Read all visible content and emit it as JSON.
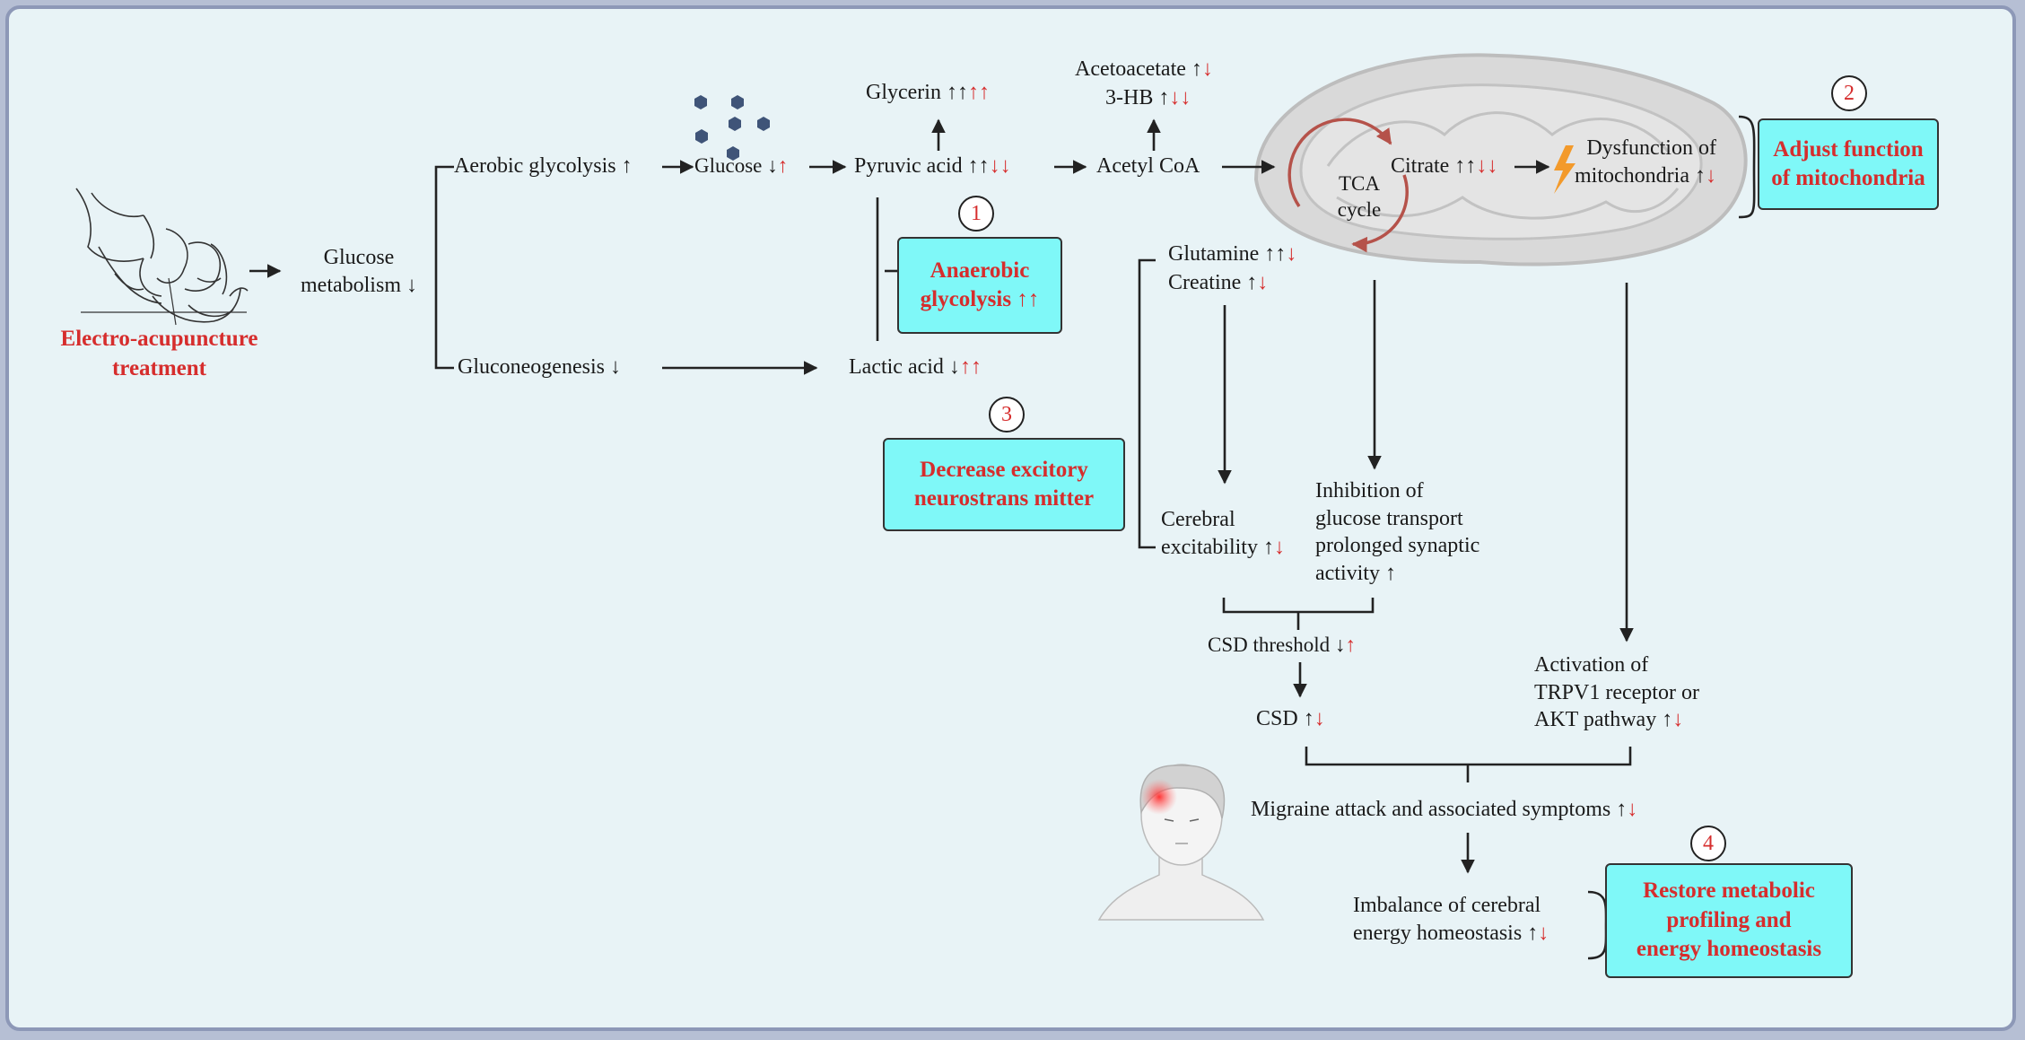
{
  "treatment": {
    "line1": "Electro-acupuncture",
    "line2": "treatment"
  },
  "glucose_metabolism": {
    "line1": "Glucose",
    "line2": "metabolism ↓"
  },
  "aerobic": {
    "label": "Aerobic glycolysis ↑"
  },
  "glucose": {
    "label": "Glucose ↓",
    "red": "↑"
  },
  "pyruvic": {
    "label": "Pyruvic acid ↑↑",
    "red": "↓↓"
  },
  "glycerin": {
    "label": "Glycerin ↑↑",
    "red": "↑↑"
  },
  "acetyl": {
    "label": "Acetyl CoA"
  },
  "acetoacetate": {
    "label": "Acetoacetate ↑",
    "red": "↓"
  },
  "hb": {
    "label": "3-HB ↑",
    "red": "↓↓"
  },
  "tca": {
    "line1": "TCA",
    "line2": "cycle"
  },
  "citrate": {
    "label": "Citrate ↑↑",
    "red": "↓↓"
  },
  "dysfunction": {
    "line1": "Dysfunction of",
    "line2": "mitochondria ↑",
    "red": "↓"
  },
  "gluconeogenesis": {
    "label": "Gluconeogenesis ↓"
  },
  "lactic": {
    "label": "Lactic acid ↓",
    "red": "↑↑"
  },
  "glutamine": {
    "label": "Glutamine ↑↑",
    "red": "↓"
  },
  "creatine": {
    "label": "Creatine ↑",
    "red": "↓"
  },
  "cerebral": {
    "line1": "Cerebral",
    "line2": "excitability ↑",
    "red": "↓"
  },
  "inhibition": {
    "line1": "Inhibition of",
    "line2": "glucose transport",
    "line3": "prolonged synaptic",
    "line4": "activity  ↑"
  },
  "csd_threshold": {
    "label": "CSD threshold ↓",
    "red": "↑"
  },
  "csd": {
    "label": "CSD ↑",
    "red": "↓"
  },
  "activation": {
    "line1": "Activation of",
    "line2": "TRPV1 receptor or",
    "line3": "AKT pathway ↑",
    "red": "↓"
  },
  "migraine": {
    "label": "Migraine attack and associated symptoms ↑",
    "red": "↓"
  },
  "imbalance": {
    "line1": "Imbalance of cerebral",
    "line2": "energy homeostasis ↑",
    "red": "↓"
  },
  "badges": {
    "b1": "1",
    "b2": "2",
    "b3": "3",
    "b4": "4"
  },
  "boxes": {
    "anaerobic": {
      "line1": "Anaerobic",
      "line2": "glycolysis ↑↑"
    },
    "mito": {
      "line1": "Adjust function",
      "line2": "of mitochondria"
    },
    "excit": {
      "line1": "Decrease excitory",
      "line2": "neurostrans mitter"
    },
    "restore": {
      "line1": "Restore metabolic",
      "line2": "profiling and",
      "line3": "energy homeostasis"
    }
  },
  "colors": {
    "panel_bg": "#e8f3f6",
    "panel_border": "#8d98b7",
    "box_fill": "#7ff8f8",
    "accent_red": "#d62d2d",
    "glucose_hex": "#3f5478"
  }
}
